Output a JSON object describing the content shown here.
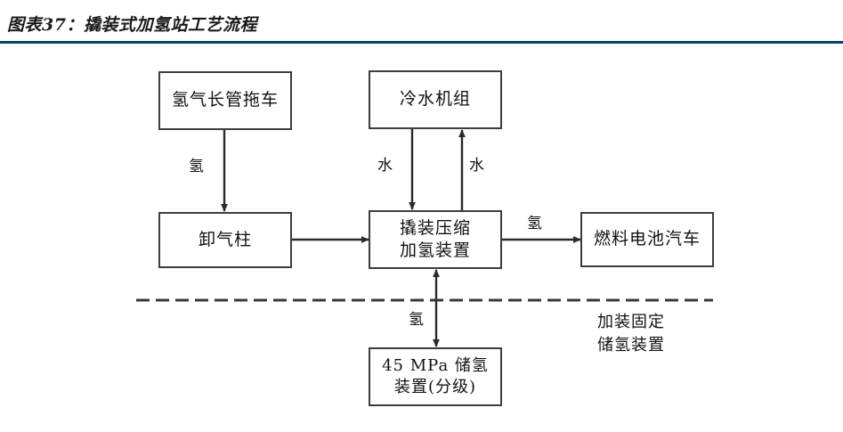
{
  "figure": {
    "title": "图表37：撬装式加氢站工艺流程",
    "rule_color": "#014466"
  },
  "diagram": {
    "type": "process-flow",
    "nodes": [
      {
        "id": "tube-trailer",
        "label_line1": "氢气长管拖车",
        "label_line2": ""
      },
      {
        "id": "chiller",
        "label_line1": "冷水机组",
        "label_line2": ""
      },
      {
        "id": "unloading-column",
        "label_line1": "卸气柱",
        "label_line2": ""
      },
      {
        "id": "skid-compressor",
        "label_line1": "撬装压缩",
        "label_line2": "加氢装置"
      },
      {
        "id": "fuel-cell-vehicle",
        "label_line1": "燃料电池汽车",
        "label_line2": ""
      },
      {
        "id": "hydrogen-storage",
        "label_line1": "45 MPa 储氢",
        "label_line2": "装置(分级)"
      }
    ],
    "edges": [
      {
        "id": "trailer-to-column",
        "label": "氢",
        "from": "tube-trailer",
        "to": "unloading-column",
        "direction": "down"
      },
      {
        "id": "column-to-compressor",
        "label": "",
        "from": "unloading-column",
        "to": "skid-compressor",
        "direction": "right"
      },
      {
        "id": "chiller-to-compressor",
        "label": "水",
        "from": "chiller",
        "to": "skid-compressor",
        "direction": "down"
      },
      {
        "id": "compressor-to-chiller",
        "label": "水",
        "from": "skid-compressor",
        "to": "chiller",
        "direction": "up"
      },
      {
        "id": "compressor-to-vehicle",
        "label": "氢",
        "from": "skid-compressor",
        "to": "fuel-cell-vehicle",
        "direction": "right"
      },
      {
        "id": "compressor-storage",
        "label": "氢",
        "from": "skid-compressor",
        "to": "hydrogen-storage",
        "direction": "both"
      }
    ],
    "annotation": {
      "id": "optional-fixed-storage",
      "line1": "加装固定",
      "line2": "储氢装置"
    },
    "divider": {
      "id": "optional-section-divider",
      "style": "dashed"
    }
  }
}
